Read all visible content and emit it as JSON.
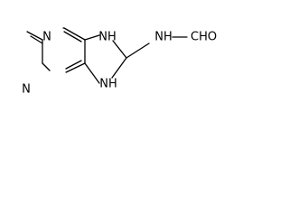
{
  "molecule": {
    "labels": {
      "n1": "N",
      "n3": "N",
      "nh9": "NH",
      "nh7": "NH",
      "nh_amide": "NH",
      "formyl": "CHO"
    }
  }
}
